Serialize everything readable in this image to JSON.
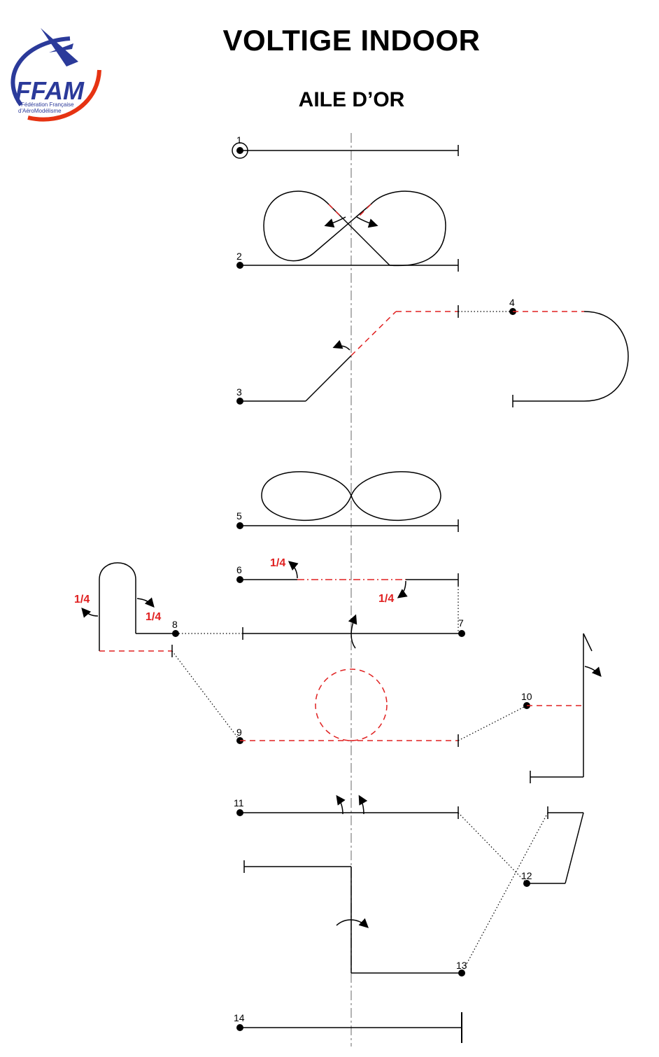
{
  "header": {
    "title": "VOLTIGE INDOOR",
    "subtitle": "AILE D’OR"
  },
  "logo": {
    "text": "FFAM",
    "subtext_line1": "Fédération Française",
    "subtext_line2": "d'AéroModélisme",
    "colors": {
      "blue": "#2b3a9a",
      "red": "#e63312"
    }
  },
  "figure_numbers": [
    "1",
    "2",
    "3",
    "4",
    "5",
    "6",
    "7",
    "8",
    "9",
    "10",
    "11",
    "12",
    "13",
    "14"
  ],
  "roll_labels": {
    "fig6_left": "1/4",
    "fig6_right": "1/4",
    "fig8_left": "1/4",
    "fig8_right": "1/4"
  },
  "colors": {
    "line": "#000000",
    "accent": "#e02020",
    "centerline": "#9a9a9a"
  }
}
